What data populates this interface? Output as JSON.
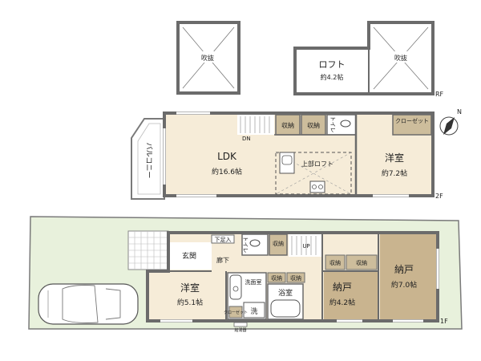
{
  "floors": {
    "rf": {
      "label": "RF",
      "void_left": "吹抜",
      "loft_name": "ロフト",
      "loft_area": "約4.2帖",
      "void_right": "吹抜"
    },
    "f2": {
      "label": "2F",
      "balcony": "バルコニー",
      "ldk_name": "LDK",
      "ldk_area": "約16.6帖",
      "upper_loft": "上部ロフト",
      "storage_a": "収納",
      "storage_b": "収納",
      "toilet": "トイレ",
      "dn": "DN",
      "western_name": "洋室",
      "western_area": "約7.2帖",
      "closet": "クローゼット"
    },
    "f1": {
      "label": "1F",
      "entrance": "玄関",
      "shoe_box": "下足入",
      "hallway": "廊下",
      "toilet": "トイレ",
      "storage_a": "収納",
      "storage_b": "収納",
      "storage_c": "収納",
      "storage_d": "収納",
      "storage_e": "収納",
      "up": "UP",
      "western_name": "洋室",
      "western_area": "約5.1帖",
      "washroom": "洗面室",
      "wash": "洗",
      "bath": "浴室",
      "closet_small": "クローゼット",
      "nando1_name": "納戸",
      "nando1_area": "約4.2帖",
      "nando2_name": "納戸",
      "nando2_area": "約7.0帖",
      "water_heater": "給湯器"
    }
  },
  "compass_label": "N",
  "colors": {
    "wood": "#f6ecd8",
    "storage": "#cdbd9c",
    "nando": "#c9b48f",
    "grass": "#e8f1dc",
    "wall": "#6b6b6b",
    "void_fill": "#ffffff"
  }
}
